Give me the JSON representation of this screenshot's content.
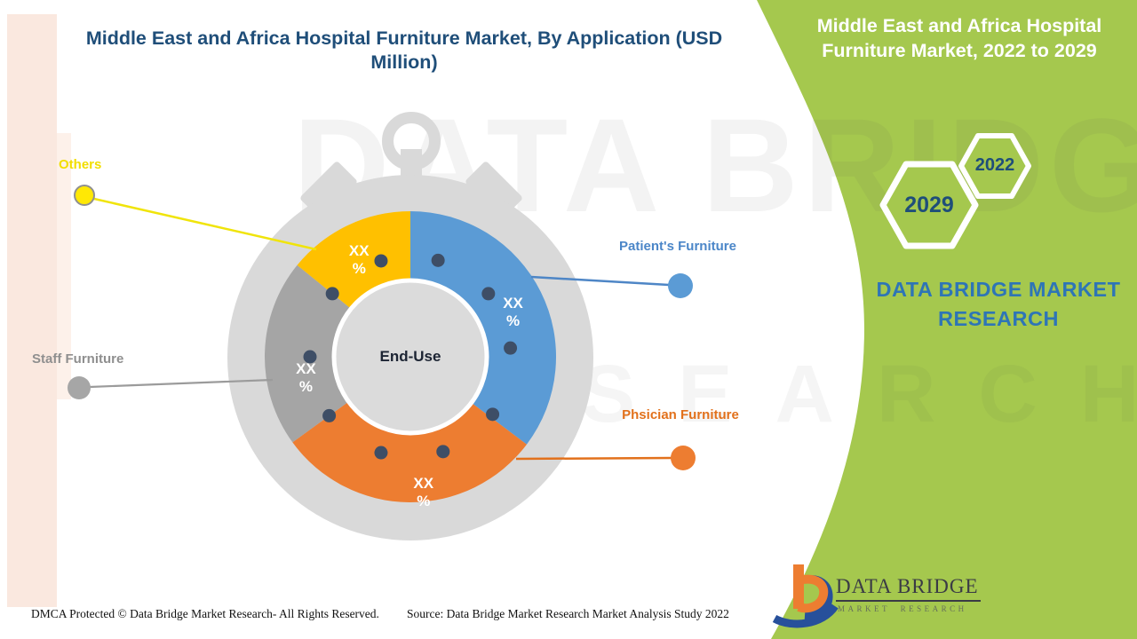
{
  "header": {
    "title": "Middle East and Africa Hospital Furniture Market, By Application (USD Million)",
    "title_color": "#1F4E79"
  },
  "side_panel": {
    "bg": "#A5C84E",
    "title": "Middle East and Africa Hospital Furniture Market, 2022 to 2029",
    "years": {
      "start": "2022",
      "end": "2029"
    },
    "brand": "DATA BRIDGE MARKET RESEARCH",
    "brand_color": "#2E75B6"
  },
  "watermark": {
    "line1": "DATA BRIDGE",
    "line2": "RESEARCH"
  },
  "chart_data": {
    "type": "pie",
    "variant": "donut",
    "title": "Middle East and Africa Hospital Furniture Market, By Application (USD Million)",
    "unit": "USD Million",
    "center_label": "End-Use",
    "legend_position": "callouts-left-right",
    "dot_color": "#3E4E66",
    "tick_dot_radius": 113,
    "tick_dot_angles": [
      16,
      51,
      85,
      125,
      161,
      197,
      234,
      270,
      309,
      343
    ],
    "segments": [
      {
        "label": "Patient's Furniture",
        "value_label": "XX %",
        "color": "#5B9BD5",
        "callout_color": "#4E86C6",
        "label_color": "#4B86C8",
        "dot_color": "#5B9BD5",
        "start_angle": 0,
        "end_angle": 127,
        "label_angle": 66.5,
        "label_radius": 126
      },
      {
        "label": "Phsician Furniture",
        "value_label": "XX %",
        "color": "#ED7D31",
        "callout_color": "#E2711C",
        "label_color": "#E2711C",
        "dot_color": "#ED7D31",
        "start_angle": 127,
        "end_angle": 234,
        "label_angle": 174.5,
        "label_radius": 154
      },
      {
        "label": "Staff Furniture",
        "value_label": "XX %",
        "color": "#A5A5A5",
        "callout_color": "#9B9B9B",
        "label_color": "#8F8F8F",
        "dot_color": "#A6A6A6",
        "start_angle": 234,
        "end_angle": 309,
        "label_angle": 258.5,
        "label_radius": 120
      },
      {
        "label": "Others",
        "value_label": "XX %",
        "color": "#FFC000",
        "callout_color": "#F0E40A",
        "label_color": "#F2DE00",
        "dot_color": "#FFE805",
        "dot_border": "#909090",
        "start_angle": 309,
        "end_angle": 360,
        "label_angle": 332,
        "label_radius": 123
      }
    ]
  },
  "footer": {
    "dmca": "DMCA Protected © Data Bridge Market Research- All Rights Reserved.",
    "source": "Source: Data Bridge Market Research Market Analysis Study 2022"
  },
  "logo": {
    "title": "DATA BRIDGE",
    "subtitle": "MARKET RESEARCH",
    "orange": "#ED7D31",
    "blue": "#27509B"
  }
}
